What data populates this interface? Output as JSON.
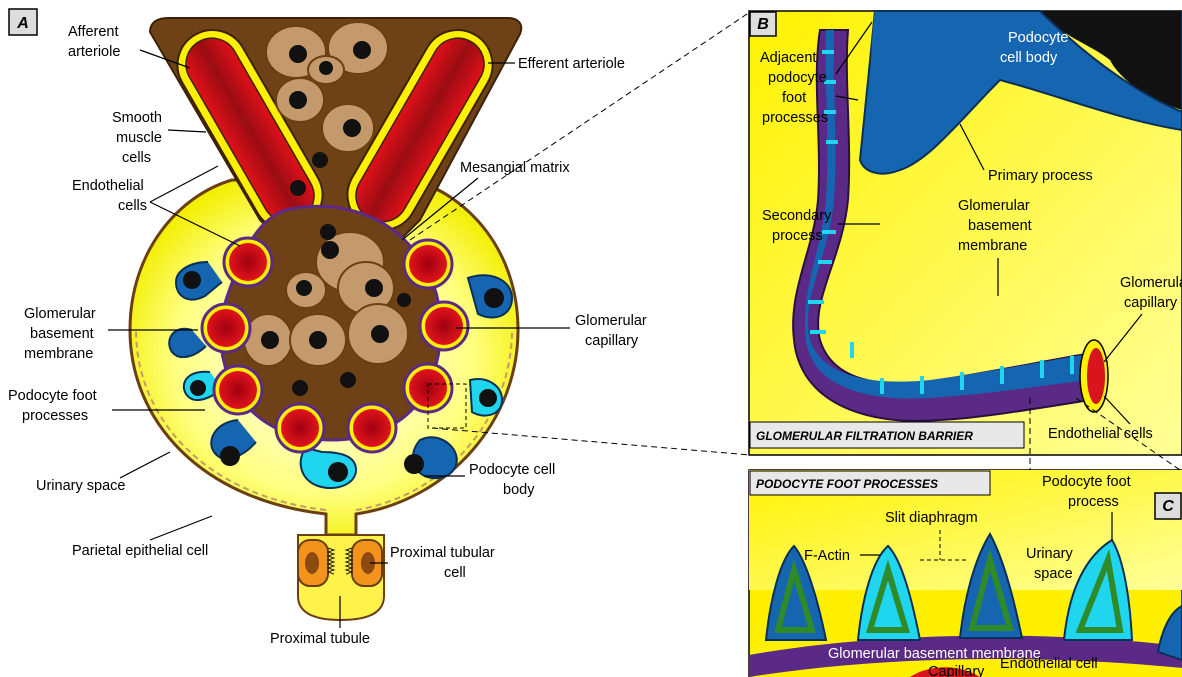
{
  "panels": {
    "a": {
      "tag": "A",
      "labels": {
        "afferent1": "Afferent",
        "afferent2": "arteriole",
        "efferent": "Efferent arteriole",
        "smooth1": "Smooth",
        "smooth2": "muscle",
        "smooth3": "cells",
        "endo1": "Endothelial",
        "endo2": "cells",
        "mesangial": "Mesangial matrix",
        "gbm1": "Glomerular",
        "gbm2": "basement",
        "gbm3": "membrane",
        "capillary1": "Glomerular",
        "capillary2": "capillary",
        "foot1": "Podocyte foot",
        "foot2": "processes",
        "urinary": "Urinary space",
        "podobody1": "Podocyte cell",
        "podobody2": "body",
        "parietal": "Parietal epithelial cell",
        "proxcell1": "Proximal tubular",
        "proxcell2": "cell",
        "tubule": "Proximal tubule"
      }
    },
    "b": {
      "tag": "B",
      "header": "GLOMERULAR FILTRATION BARRIER",
      "labels": {
        "adj1": "Adjacent",
        "adj2": "podocyte",
        "adj3": "foot",
        "adj4": "processes",
        "podobody1": "Podocyte",
        "podobody2": "cell body",
        "primary": "Primary process",
        "secondary1": "Secondary",
        "secondary2": "process",
        "gbm1": "Glomerular",
        "gbm2": "basement",
        "gbm3": "membrane",
        "capillary1": "Glomerular",
        "capillary2": "capillary",
        "endo": "Endothelial cells"
      }
    },
    "c": {
      "tag": "C",
      "header": "PODOCYTE FOOT PROCESSES",
      "labels": {
        "footproc1": "Podocyte foot",
        "footproc2": "process",
        "slit": "Slit diaphragm",
        "factin": "F-Actin",
        "urinary1": "Urinary",
        "urinary2": "space",
        "gbm": "Glomerular  basement  membrane",
        "endo": "Endothelial cell",
        "capillary": "Capillary"
      }
    }
  },
  "colors": {
    "brown_dark": "#6b3f14",
    "brown_tan": "#c49a6c",
    "red": "#d8141c",
    "yellow": "#ffef00",
    "podocyte_blue": "#1565b0",
    "cyan": "#20d6ee",
    "purple": "#5b2a86",
    "orange": "#f2941c"
  }
}
